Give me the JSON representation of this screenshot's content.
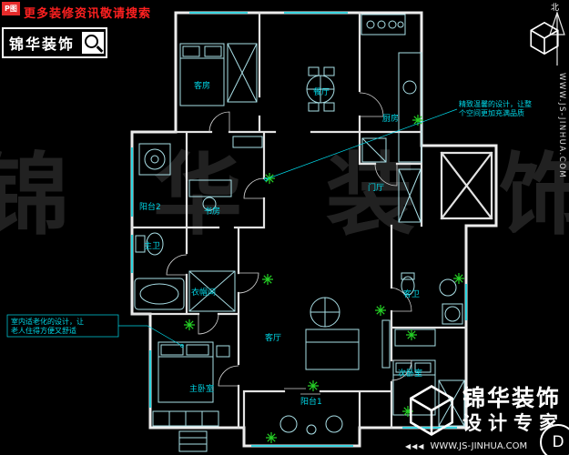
{
  "colors": {
    "background": "#000000",
    "walls": "#ececec",
    "cyan_accent": "#00d2e0",
    "plant_green": "#25d025",
    "red_accent": "#e62b2b",
    "watermark_gray": "#212121",
    "white": "#ffffff"
  },
  "header": {
    "badge": "P图",
    "slogan": "更多装修资讯敬请搜索",
    "brand": "锦华装饰"
  },
  "north": {
    "label": "北"
  },
  "site": {
    "url_vertical": "WWW.JS-JINHUA.COM"
  },
  "watermark": {
    "chars": [
      "锦",
      "华",
      "装",
      "饰"
    ]
  },
  "rooms": [
    {
      "id": "guest-room",
      "label": "客房"
    },
    {
      "id": "dining-room",
      "label": "餐厅"
    },
    {
      "id": "kitchen",
      "label": "厨房"
    },
    {
      "id": "balcony-2",
      "label": "阳台2"
    },
    {
      "id": "study",
      "label": "书房"
    },
    {
      "id": "foyer",
      "label": "门厅"
    },
    {
      "id": "master-bath",
      "label": "主卫"
    },
    {
      "id": "cloakroom",
      "label": "衣帽间"
    },
    {
      "id": "living-room",
      "label": "客厅"
    },
    {
      "id": "guest-bath",
      "label": "客卫"
    },
    {
      "id": "master-bedroom",
      "label": "主卧室"
    },
    {
      "id": "balcony-1",
      "label": "阳台1"
    },
    {
      "id": "second-bedroom",
      "label": "次卧室"
    }
  ],
  "annotations": [
    {
      "id": "left-note",
      "lines": [
        "室内适老化的设计，让",
        "老人住得方便又舒适"
      ]
    },
    {
      "id": "right-note",
      "lines": [
        "精致温馨的设计，让整",
        "个空间更加充满品质"
      ]
    }
  ],
  "footer": {
    "brand": "锦华装饰",
    "tagline": "设计专家",
    "arrows": "◀◀◀",
    "url": "WWW.JS-JINHUA.COM",
    "grid_bubble": "D"
  }
}
